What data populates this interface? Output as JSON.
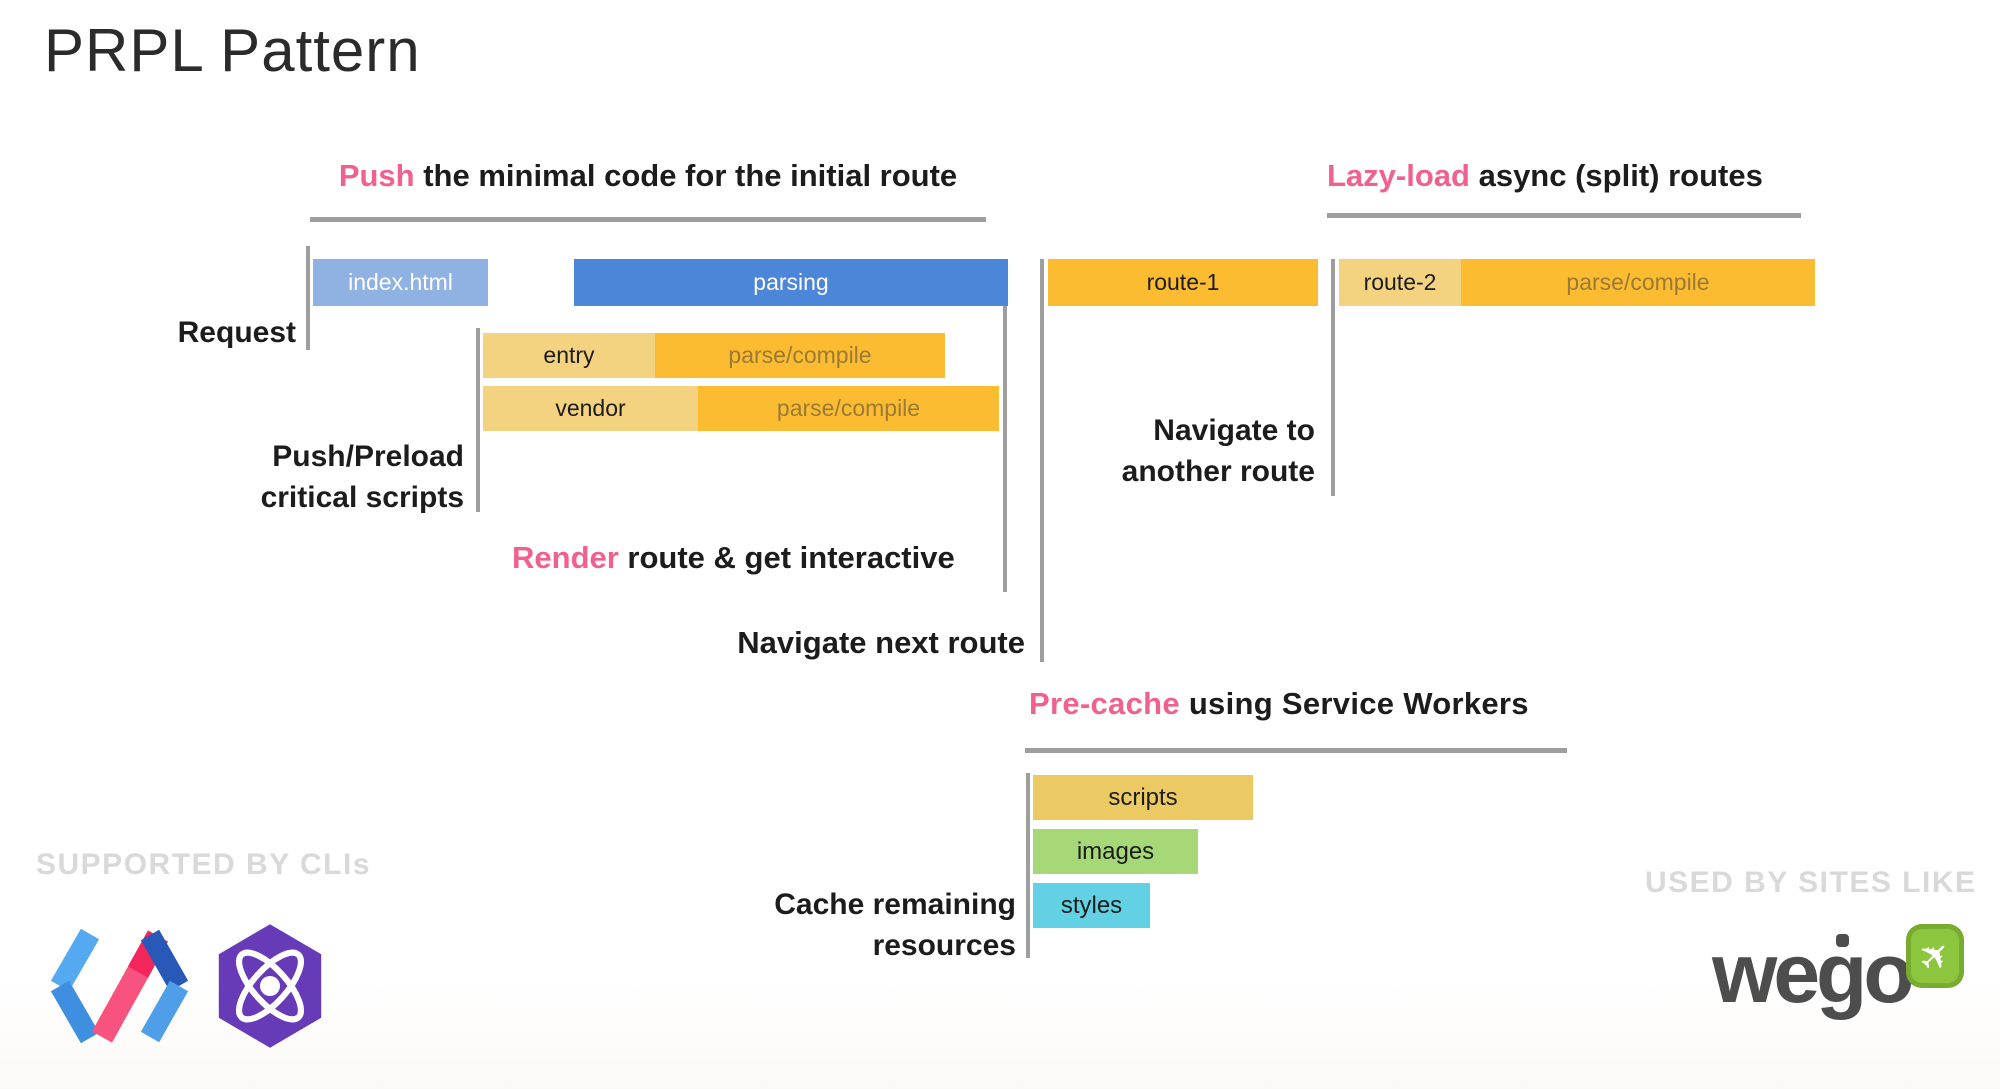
{
  "title": "PRPL Pattern",
  "headers": {
    "push": {
      "accent": "Push",
      "rest": " the minimal code for the initial route"
    },
    "lazy_load": {
      "accent": "Lazy-load",
      "rest": " async (split) routes"
    },
    "render": {
      "accent": "Render",
      "rest": " route & get interactive"
    },
    "pre_cache": {
      "accent": "Pre-cache",
      "rest": " using Service Workers"
    }
  },
  "labels": {
    "request": "Request",
    "push_preload": {
      "line1": "Push/Preload",
      "line2": "critical scripts"
    },
    "navigate_next": "Navigate next route",
    "navigate_another": {
      "line1": "Navigate to",
      "line2": "another route"
    },
    "cache_remaining": {
      "line1": "Cache remaining",
      "line2": "resources"
    }
  },
  "timeline": {
    "index_html": "index.html",
    "parsing": "parsing",
    "entry": "entry",
    "vendor": "vendor",
    "parse_compile": "parse/compile",
    "route_1": "route-1",
    "route_2": "route-2"
  },
  "precache_bars": {
    "scripts": "scripts",
    "images": "images",
    "styles": "styles"
  },
  "footer": {
    "supported_by": "SUPPORTED BY CLIs",
    "used_by": "USED BY SITES LIKE",
    "wego_text": "wego",
    "wego_plane_glyph": "✈"
  },
  "icons": {
    "polymer": "polymer-logo-icon",
    "preact": "preact-logo-icon",
    "wego_plane": "airplane-icon"
  },
  "colors": {
    "accent_pink": "#F0618E",
    "blue_light": "#8FB2E3",
    "blue_dark": "#4C86D8",
    "amber": "#FBBC31",
    "amber_light": "#F3D37F",
    "parse_text": "#9B7A35",
    "scripts_yellow": "#EBC963",
    "images_green": "#A6D877",
    "styles_cyan": "#62D1E4",
    "line_gray": "#9E9E9E",
    "watermark_gray": "#D9D9D9",
    "preact_purple": "#673AB8",
    "wego_gray": "#4D4D4D",
    "wego_green": "#8CC63E"
  }
}
